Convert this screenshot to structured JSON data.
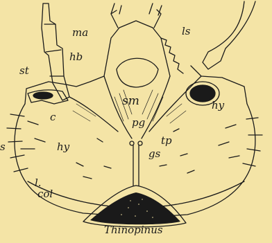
{
  "figure": {
    "caption": "Thinopinus",
    "labels": {
      "ma": "ma",
      "ls": "ls",
      "hb": "hb",
      "st": "st",
      "sm": "sm",
      "hy_right": "hy",
      "c": "c",
      "pg": "pg",
      "hy_left": "hy",
      "tp": "tp",
      "gs": "gs",
      "s": "s",
      "col_l": "l.",
      "col": "col"
    },
    "colors": {
      "background": "#f4e4a6",
      "ink": "#1a1a1a"
    }
  }
}
